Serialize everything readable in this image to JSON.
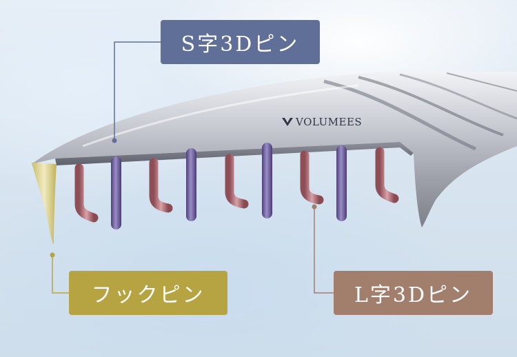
{
  "labels": {
    "s_pin": "S字3Dピン",
    "hook_pin": "フックピン",
    "l_pin": "L字3Dピン"
  },
  "brand": {
    "name": "VOLUMEES",
    "icon": "volumees-logo-icon"
  },
  "colors": {
    "s_label": "#5f6f97",
    "hook_label": "#b6a443",
    "l_label": "#a27f6d",
    "s_pin": "#6e5f98",
    "l_pin": "#b9747c",
    "hook_pin": "#d8cf8c"
  }
}
